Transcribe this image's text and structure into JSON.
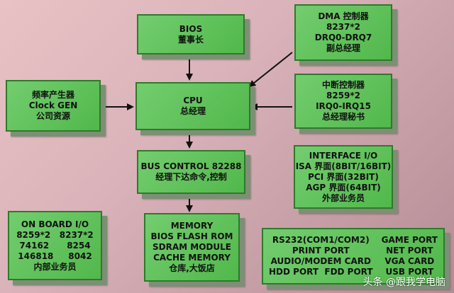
{
  "boxes": {
    "bios": [
      "BIOS",
      "董事长"
    ],
    "dma": [
      "DMA 控制器",
      "8237*2",
      "DRQ0-DRQ7",
      "副总经理"
    ],
    "clock": [
      "频率产生器",
      "Clock GEN",
      "公司资源"
    ],
    "cpu": [
      "CPU",
      "总经理"
    ],
    "interrupt": [
      "中断控制器",
      "8259*2",
      "IRQ0-IRQ15",
      "总经理秘书"
    ],
    "bus": [
      "BUS CONTROL 82288",
      "经理下达命令,控制"
    ],
    "interface": [
      "INTERFACE I/O",
      "ISA 界面(8BIT/16BIT)",
      "PCI 界面(32BIT)",
      "AGP 界面(64BIT)",
      "外部业务员"
    ],
    "onboard": [
      "ON BOARD I/O",
      "8259*2   8237*2",
      "74162      8254",
      "146818     8042",
      "内部业务员"
    ],
    "memory": [
      "MEMORY",
      "BIOS FLASH ROM",
      "SDRAM MODULE",
      "CACHE MEMORY",
      "仓库,大饭店"
    ],
    "ports_left": [
      "RS232(COM1/COM2)",
      "PRINT PORT",
      "AUDIO/MODEM CARD",
      "HDD PORT  FDD PORT"
    ],
    "ports_right": [
      "GAME PORT",
      "NET PORT",
      "VGA CARD",
      "USB PORT"
    ]
  },
  "watermark": "头条 @跟我学电脑",
  "colors": {
    "box_fill": "#55c24f",
    "box_border": "#2d7a2a",
    "shadow": "#7d8f75",
    "arrow": "#111111"
  }
}
